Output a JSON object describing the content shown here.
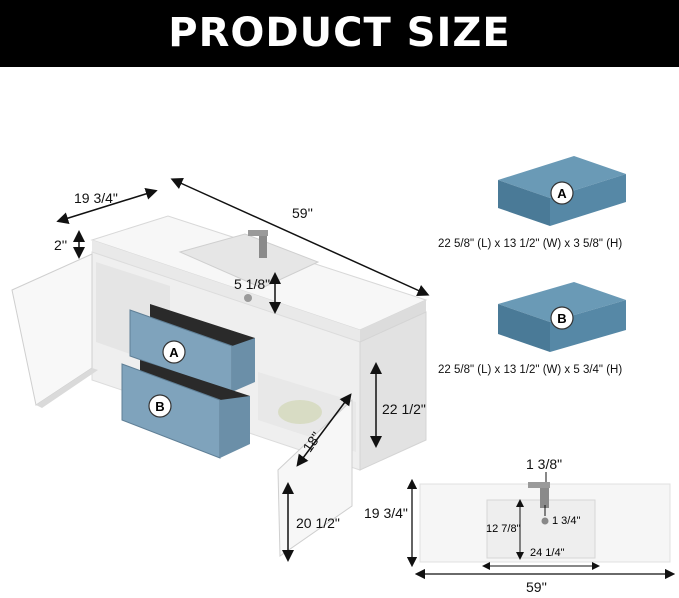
{
  "banner": {
    "title": "PRODUCT SIZE"
  },
  "vanity": {
    "depth_label": "19 3/4\"",
    "width_label": "59''",
    "top_thickness_label": "2''",
    "basin_depth_label": "5 1/8\"",
    "height_label": "22 1/2\"",
    "drawer_depth_label": "18\"",
    "door_height_label": "20 1/2\""
  },
  "drawers": [
    {
      "letter": "A",
      "spec": "22 5/8\" (L) x 13 1/2\" (W) x 3 5/8\" (H)"
    },
    {
      "letter": "B",
      "spec": "22 5/8\" (L) x 13 1/2\" (W) x 5 3/4\" (H)"
    }
  ],
  "top_view": {
    "faucet_offset_label": "1 3/8\"",
    "depth_label": "19 3/4\"",
    "basin_depth_label": "12 7/8\"",
    "drain_offset_label": "1 3/4\"",
    "basin_width_label": "24 1/4\"",
    "width_label": "59''"
  },
  "colors": {
    "drawer_blue": "#6f94ad",
    "drawer_box_blue": "#4f7f9d",
    "cabinet_white": "#f4f4f4",
    "banner_black": "#000000"
  }
}
